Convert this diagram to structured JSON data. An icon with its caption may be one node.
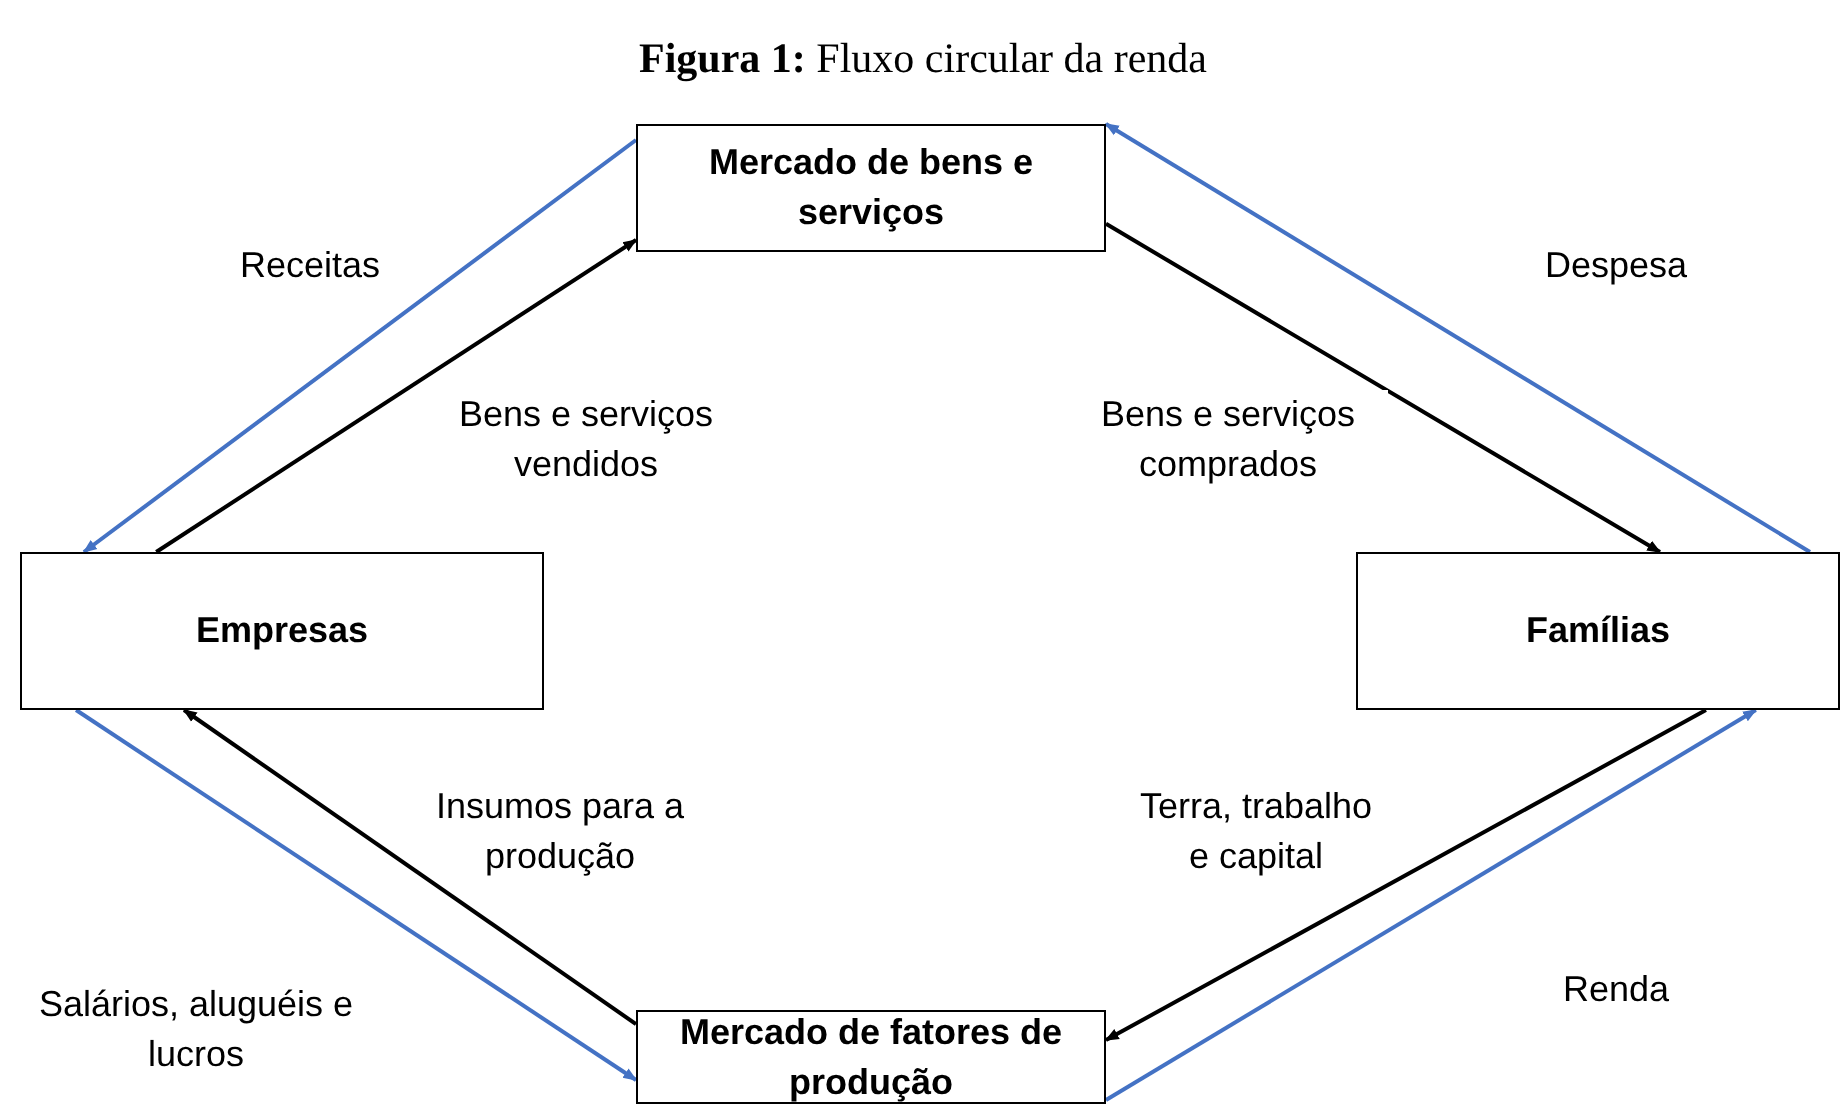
{
  "diagram": {
    "title": "**Figura 1:** Fluxo circular da renda",
    "nodes": [
      {
        "text": [
          "Mercado de bens e serviços"
        ]
      },
      {
        "text": [
          "Empresas"
        ]
      },
      {
        "text": [
          "Famílias"
        ]
      },
      {
        "text": [
          "Mercado de fatores de produção"
        ]
      }
    ],
    "edges": [
      {
        "from": 0,
        "to": 1,
        "arrow": "to",
        "label": "Receitas",
        "color": "#4472c4"
      },
      {
        "from": 1,
        "to": 0,
        "arrow": "to",
        "label": "Bens e serviços vendidos",
        "color": "#000000"
      },
      {
        "from": 0,
        "to": 2,
        "arrow": "to",
        "label": "Bens e serviços comprados",
        "color": "#000000"
      },
      {
        "from": 2,
        "to": 0,
        "arrow": "to",
        "label": "Despesa",
        "color": "#4472c4"
      },
      {
        "from": 3,
        "to": 1,
        "arrow": "to",
        "label": "Insumos para a produção",
        "color": "#000000"
      },
      {
        "from": 1,
        "to": 3,
        "arrow": "to",
        "label": "Salários, aluguéis e lucros",
        "color": "#4472c4"
      },
      {
        "from": 2,
        "to": 3,
        "arrow": "to",
        "label": "Terra, trabalho e capital",
        "color": "#000000"
      },
      {
        "from": 3,
        "to": 2,
        "arrow": "to",
        "label": "Renda",
        "color": "#4472c4"
      }
    ]
  }
}
